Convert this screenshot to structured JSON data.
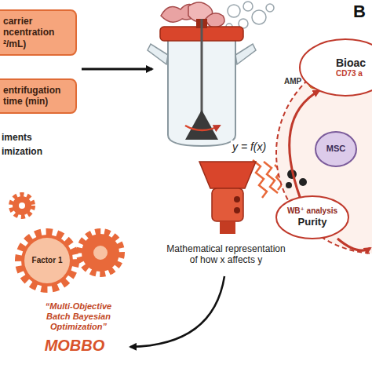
{
  "diagram": {
    "nodes": [
      {
        "text": [
          "carrier ncentration ²/mL)"
        ]
      },
      {
        "text": [
          "entrifugation time (min)"
        ]
      },
      {
        "text": [
          "Factor 1"
        ]
      },
      {
        "text": [
          "Bioac",
          "CD73 a"
        ]
      },
      {
        "text": [
          "MSC"
        ]
      },
      {
        "text": [
          "WB⁺ analysis",
          "Purity"
        ]
      }
    ],
    "edges": [
      {
        "from": 5,
        "to": 3,
        "arrow": "to"
      }
    ],
    "labels": [
      "iments",
      "imization",
      "y = f(x)",
      "Mathematical representation of how x affects y",
      "“Multi-Objective Batch Bayesian Optimization”",
      "MOBBO",
      "B",
      "AMP"
    ]
  }
}
